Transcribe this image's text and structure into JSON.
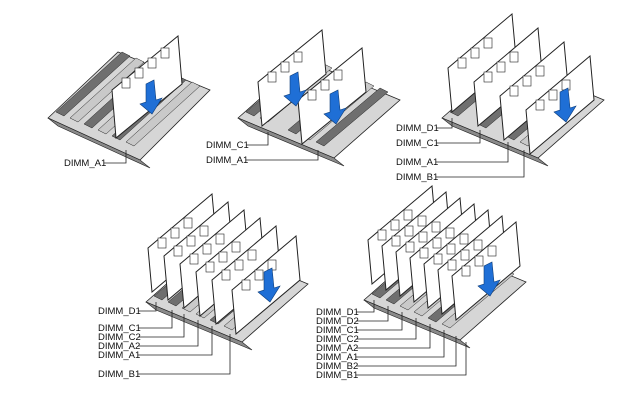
{
  "diagrams": [
    {
      "id": "config-1",
      "modules": 1,
      "labels": [
        "DIMM_A1"
      ]
    },
    {
      "id": "config-2",
      "modules": 2,
      "labels": [
        "DIMM_C1",
        "DIMM_A1"
      ]
    },
    {
      "id": "config-3",
      "modules": 4,
      "labels": [
        "DIMM_D1",
        "DIMM_C1",
        "DIMM_A1",
        "DIMM_B1"
      ]
    },
    {
      "id": "config-4",
      "modules": 6,
      "labels": [
        "DIMM_D1",
        "DIMM_C1",
        "DIMM_C2",
        "DIMM_A2",
        "DIMM_A1",
        "DIMM_B1"
      ]
    },
    {
      "id": "config-5",
      "modules": 8,
      "labels": [
        "DIMM_D1",
        "DIMM_D2",
        "DIMM_C1",
        "DIMM_C2",
        "DIMM_A2",
        "DIMM_A1",
        "DIMM_B2",
        "DIMM_B1"
      ]
    }
  ],
  "colors": {
    "slot_dark": "#6f6f6f",
    "slot_light": "#c9c9c9",
    "outline": "#222222",
    "arrow": "#1f6fd6"
  }
}
